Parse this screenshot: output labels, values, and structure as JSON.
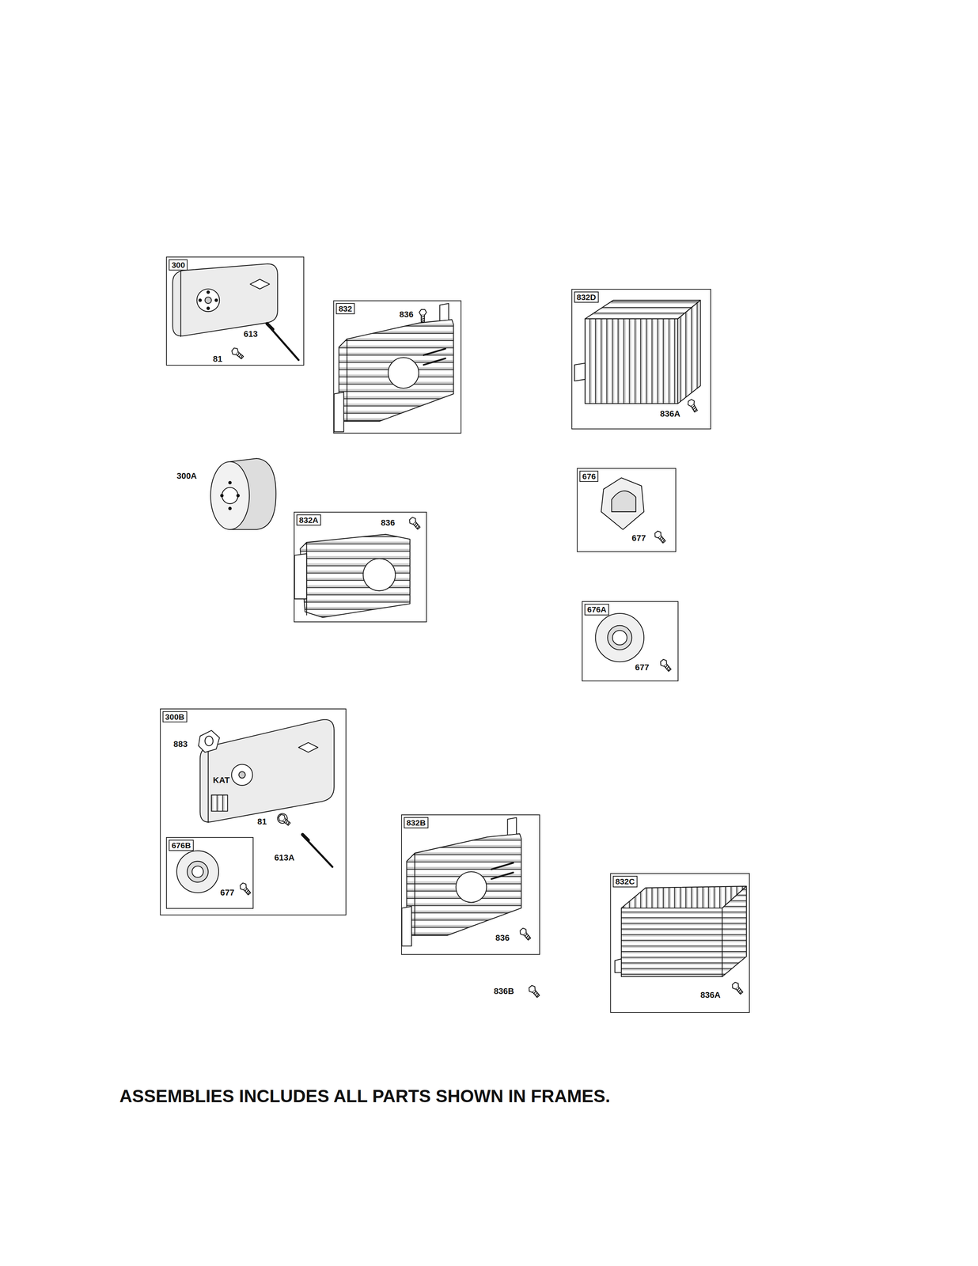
{
  "diagram": {
    "caption": "ASSEMBLIES INCLUDES ALL PARTS SHOWN IN FRAMES.",
    "nodes": [
      {
        "text": [
          "300",
          "613",
          "81"
        ]
      },
      {
        "text": [
          "832",
          "836"
        ]
      },
      {
        "text": [
          "832D",
          "836A"
        ]
      },
      {
        "text": [
          "676",
          "677"
        ]
      },
      {
        "text": [
          "832A",
          "836"
        ]
      },
      {
        "text": [
          "676A",
          "677"
        ]
      },
      {
        "text": [
          "300B",
          "883",
          "KAT",
          "81",
          "613A"
        ]
      },
      {
        "text": [
          "676B",
          "677"
        ],
        "in": 6
      },
      {
        "text": [
          "832B",
          "836"
        ]
      },
      {
        "text": [
          "832C",
          "836A"
        ]
      }
    ],
    "labels": [
      "300A",
      "836B"
    ]
  }
}
